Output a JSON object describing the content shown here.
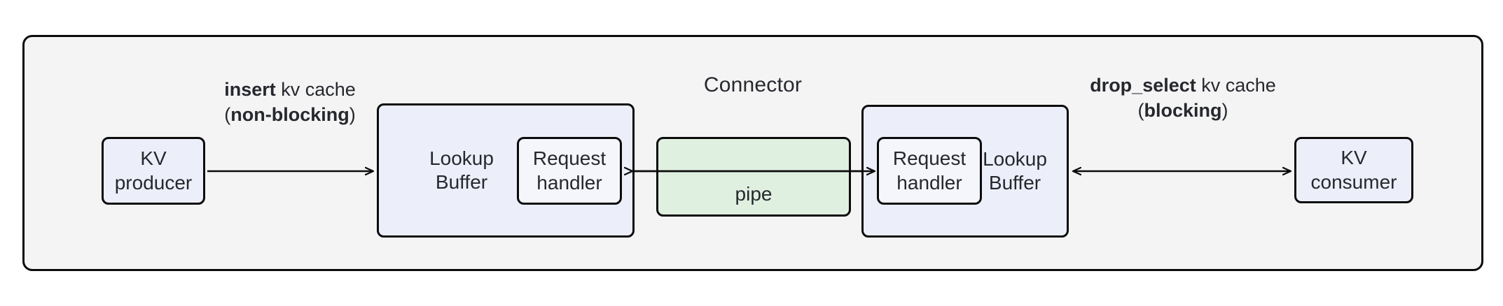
{
  "diagram": {
    "container": {
      "title": "Connector",
      "fill": "#f4f4f4",
      "stroke": "#0b0b0b"
    },
    "nodes": {
      "kv_producer": {
        "line1": "KV",
        "line2": "producer",
        "fill": "#eceff9"
      },
      "lookup_left": {
        "line1": "Lookup",
        "line2": "Buffer",
        "fill": "#eceff9"
      },
      "request_handler_left": {
        "line1": "Request",
        "line2": "handler",
        "fill": "#f4f6fc"
      },
      "pipe": {
        "label": "pipe",
        "fill": "#dff0e1"
      },
      "request_handler_right": {
        "line1": "Request",
        "line2": "handler",
        "fill": "#f4f6fc"
      },
      "lookup_right": {
        "line1": "Lookup",
        "line2": "Buffer",
        "fill": "#eceff9"
      },
      "kv_consumer": {
        "line1": "KV",
        "line2": "consumer",
        "fill": "#eceff9"
      }
    },
    "edges": {
      "insert": {
        "bold1": "insert",
        "rest1": " kv cache",
        "open": "(",
        "bold2": "non-blocking",
        "close": ")",
        "direction": "right"
      },
      "pipe_left": {
        "direction": "left"
      },
      "pipe_right": {
        "direction": "right"
      },
      "drop_select": {
        "bold1": "drop_select",
        "rest1": " kv cache",
        "open": "(",
        "bold2": "blocking",
        "close": ")",
        "direction": "both"
      }
    }
  }
}
